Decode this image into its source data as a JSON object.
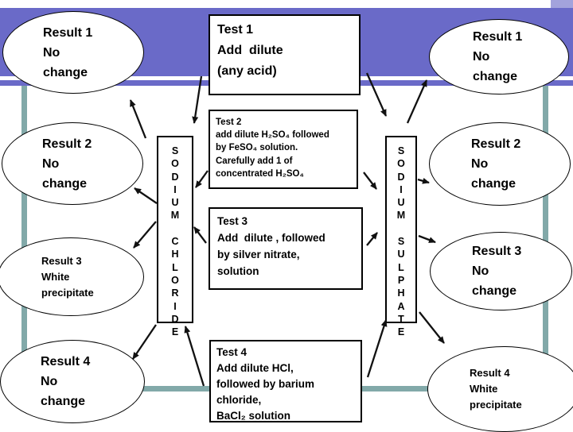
{
  "colors": {
    "banner": "#6a6ac8",
    "banner-light": "#a3a3dc",
    "frame": "#82a9a9",
    "ink": "#111111"
  },
  "tests": [
    {
      "lines": [
        "Test 1",
        "Add  dilute",
        "(any acid)"
      ]
    },
    {
      "lines": [
        "Test 2",
        "add dilute H₂SO₄ followed",
        "by FeSO₄ solution.",
        "Carefully add 1 of",
        "concentrated H₂SO₄"
      ]
    },
    {
      "lines": [
        "Test 3",
        "Add  dilute , followed",
        "by silver nitrate,",
        "solution"
      ]
    },
    {
      "lines": [
        "Test 4",
        "Add dilute HCl,",
        "followed by barium",
        "chloride,",
        "BaCl₂ solution"
      ]
    }
  ],
  "left_substance": {
    "name": "SODIUM CHLORIDE",
    "letters": [
      "S",
      "O",
      "D",
      "I",
      "U",
      "M",
      "",
      "C",
      "H",
      "L",
      "O",
      "R",
      "I",
      "D",
      "E"
    ]
  },
  "right_substance": {
    "name": "SODIUM SULPHATE",
    "letters": [
      "S",
      "O",
      "D",
      "I",
      "U",
      "M",
      "",
      "S",
      "U",
      "L",
      "P",
      "H",
      "A",
      "T",
      "E"
    ]
  },
  "left_results": [
    {
      "lines": [
        "Result 1",
        "No",
        "change"
      ]
    },
    {
      "lines": [
        "Result 2",
        "No",
        "change"
      ]
    },
    {
      "lines": [
        "Result 3",
        "White",
        "precipitate"
      ]
    },
    {
      "lines": [
        "Result 4",
        "No",
        "change"
      ]
    }
  ],
  "right_results": [
    {
      "lines": [
        "Result 1",
        "No",
        "change"
      ]
    },
    {
      "lines": [
        "Result 2",
        "No",
        "change"
      ]
    },
    {
      "lines": [
        "Result 3",
        "No",
        "change"
      ]
    },
    {
      "lines": [
        "Result 4",
        "White",
        "precipitate"
      ]
    }
  ]
}
